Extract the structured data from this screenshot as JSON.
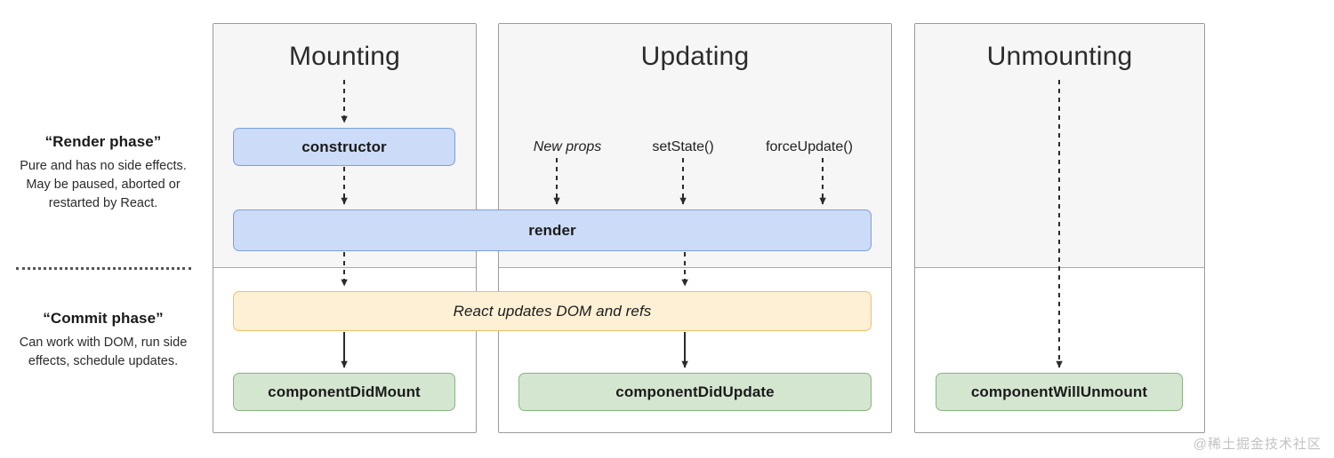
{
  "legend": {
    "render_phase": {
      "title": "“Render phase”",
      "description": "Pure and has no side effects. May be paused, aborted or restarted by React."
    },
    "commit_phase": {
      "title": "“Commit phase”",
      "description": "Can work with DOM, run side effects, schedule updates."
    }
  },
  "columns": {
    "mounting": {
      "title": "Mounting"
    },
    "updating": {
      "title": "Updating"
    },
    "unmounting": {
      "title": "Unmounting"
    }
  },
  "boxes": {
    "constructor": "constructor",
    "render": "render",
    "commit_dom": "React updates DOM and refs",
    "component_did_mount": "componentDidMount",
    "component_did_update": "componentDidUpdate",
    "component_will_unmount": "componentWillUnmount"
  },
  "triggers": {
    "new_props": "New props",
    "set_state": "setState()",
    "force_update": "forceUpdate()"
  },
  "watermark": "@稀土掘金技术社区",
  "colors": {
    "render_box_fill": "#ccdbf7",
    "render_box_border": "#7a9fe0",
    "commit_box_fill": "#fdf0d5",
    "commit_box_border": "#ecc06a",
    "lifecycle_box_fill": "#d5e6d0",
    "lifecycle_box_border": "#85b57e",
    "column_top_fill": "#f6f6f6",
    "column_border": "#9b9b9b",
    "arrow": "#2b2b2b"
  }
}
